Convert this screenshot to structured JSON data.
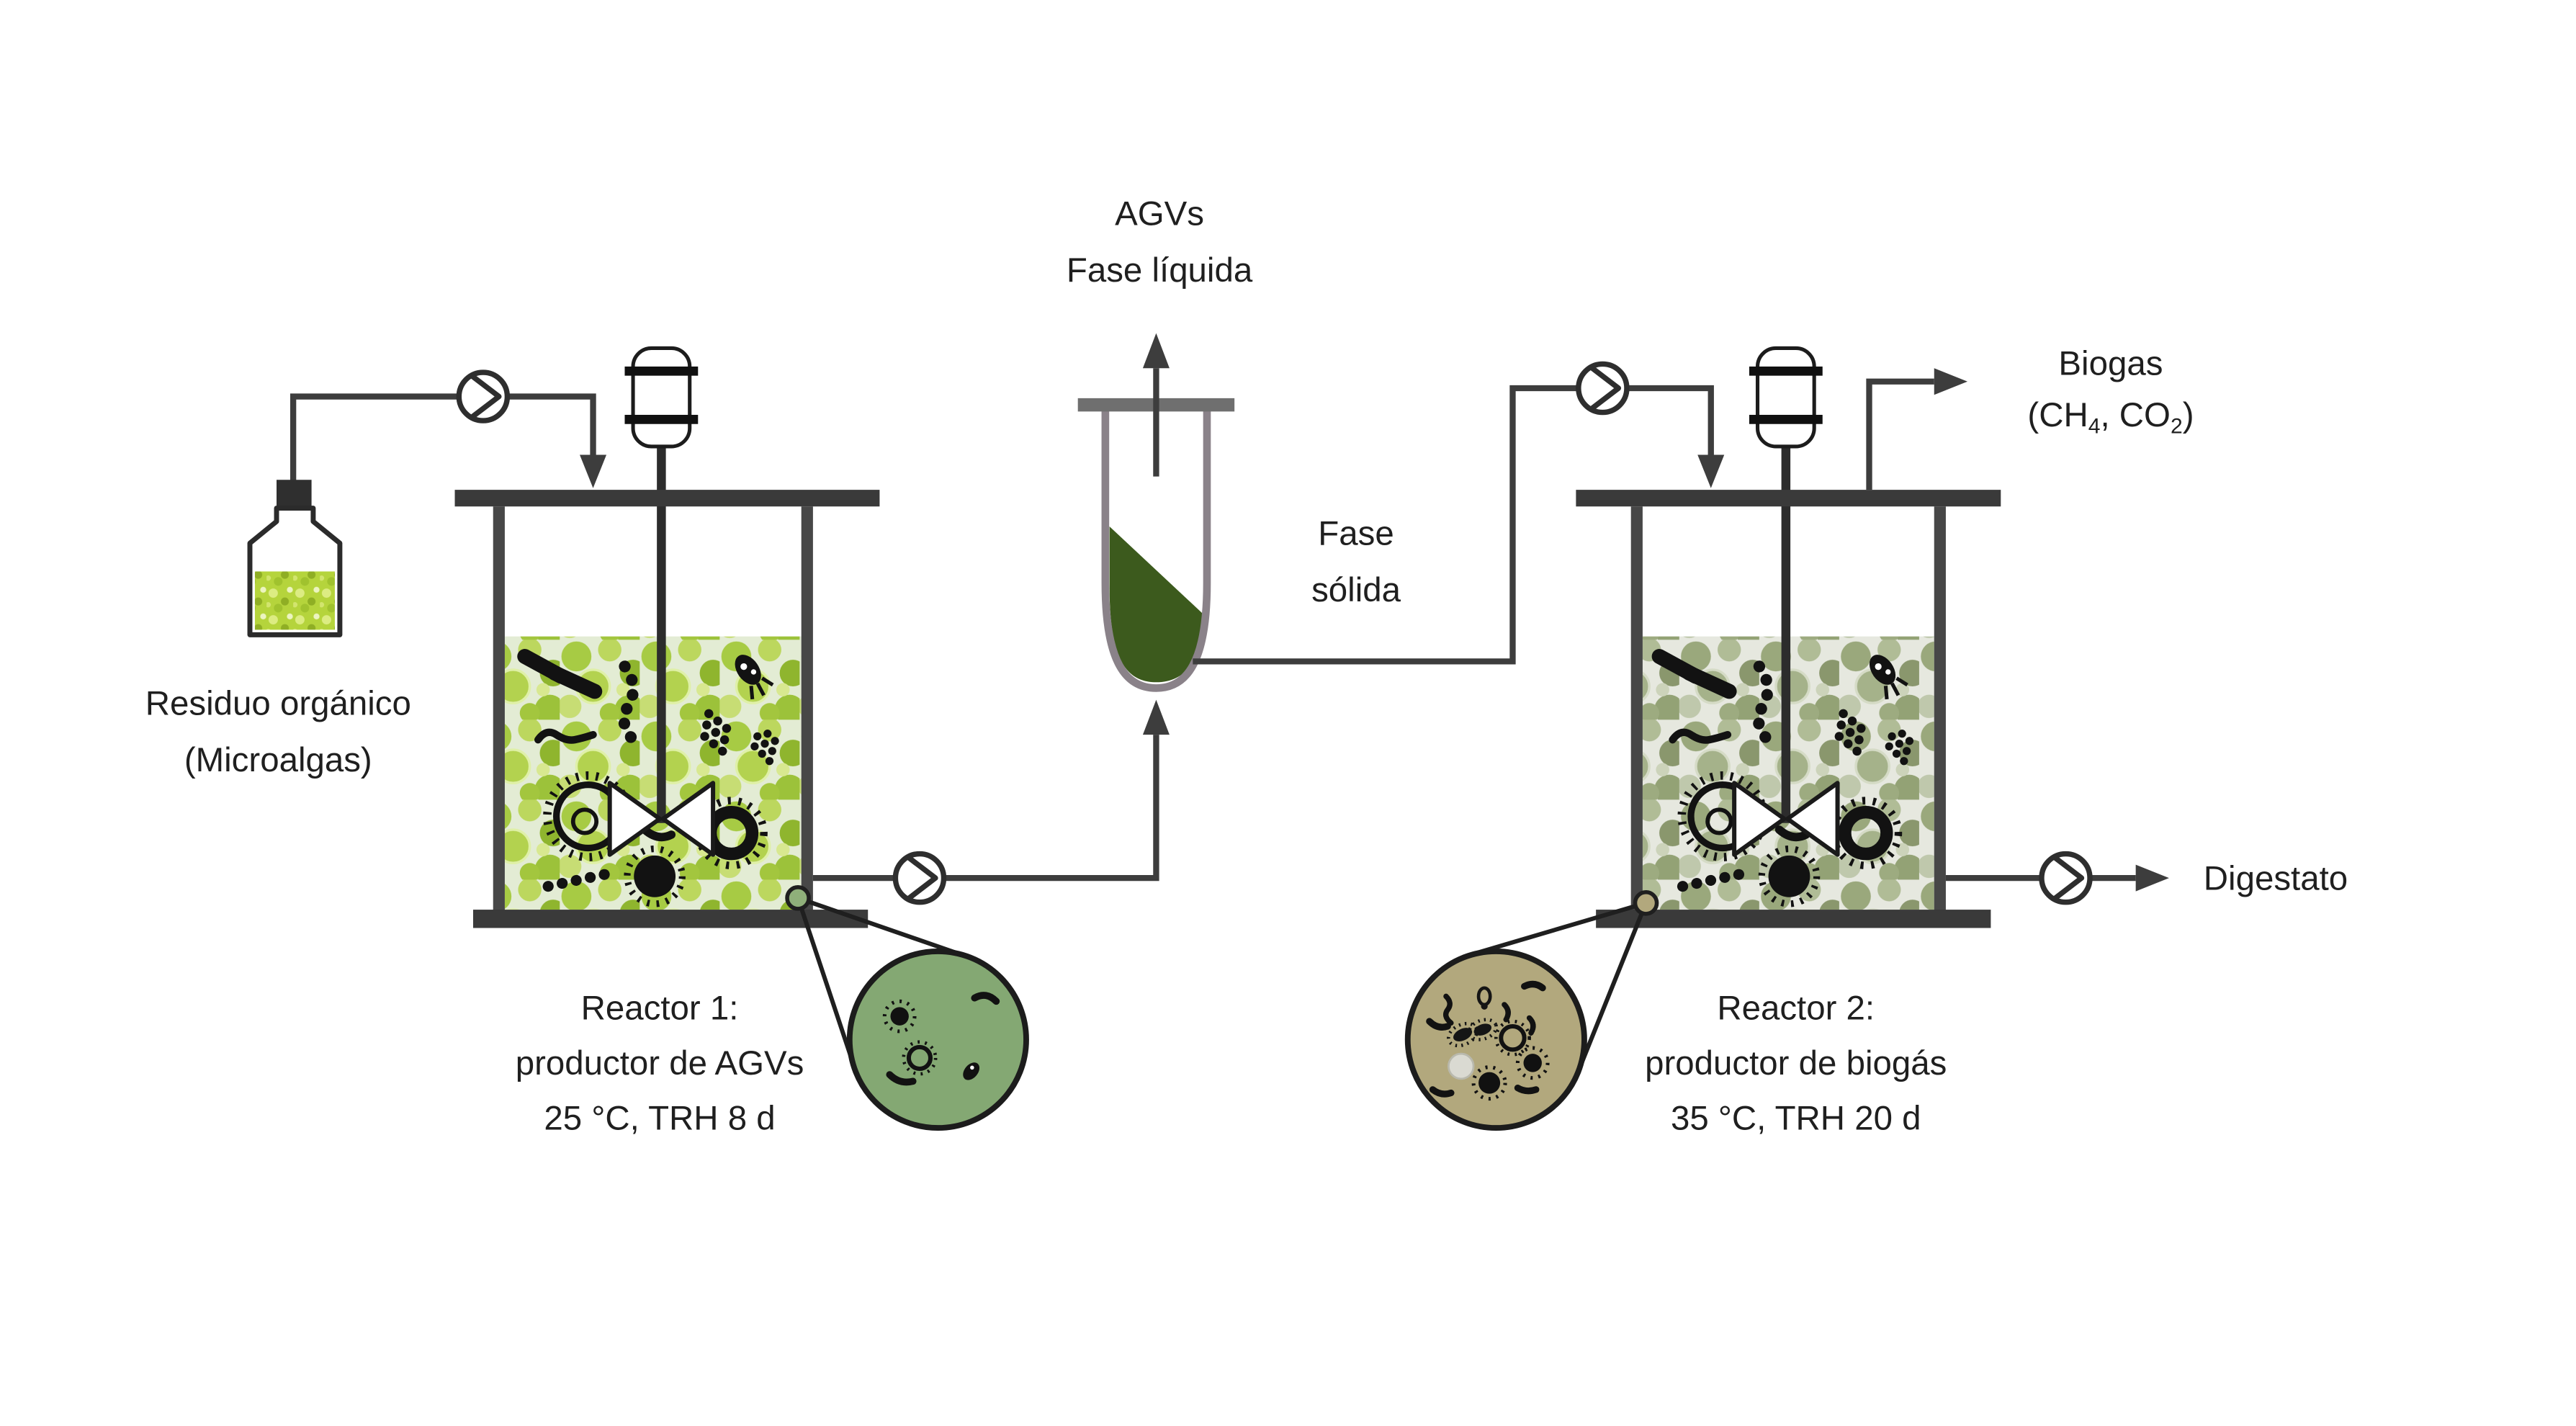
{
  "labels": {
    "top": {
      "line1": "AGVs",
      "line2": "Fase líquida"
    },
    "feed": {
      "line1": "Residuo orgánico",
      "line2": "(Microalgas)"
    },
    "solid": {
      "line1": "Fase",
      "line2": "sólida"
    },
    "biogas": {
      "title": "Biogas",
      "f1": "(CH",
      "s1": "4",
      "f2": ", CO",
      "s2": "2",
      "f3": ")"
    },
    "digestate": "Digestato",
    "reactor1": {
      "l1": "Reactor 1:",
      "l2": "productor de AGVs",
      "l3": "25 °C, TRH 8 d"
    },
    "reactor2": {
      "l1": "Reactor 2:",
      "l2": "productor de biogás",
      "l3": "35 °C, TRH 20 d"
    }
  },
  "colors": {
    "structure": "#3d3d3d",
    "tube_outline": "#8a8289",
    "tube_bar": "#6f6f6f",
    "separator_liquid": "#3c5a1d",
    "magnifier1_fill": "#84a873",
    "magnifier2_fill": "#b2a87d",
    "marker1_fill": "#8fb07a",
    "marker2_fill": "#b2a87d",
    "text": "#1f1f1f"
  }
}
